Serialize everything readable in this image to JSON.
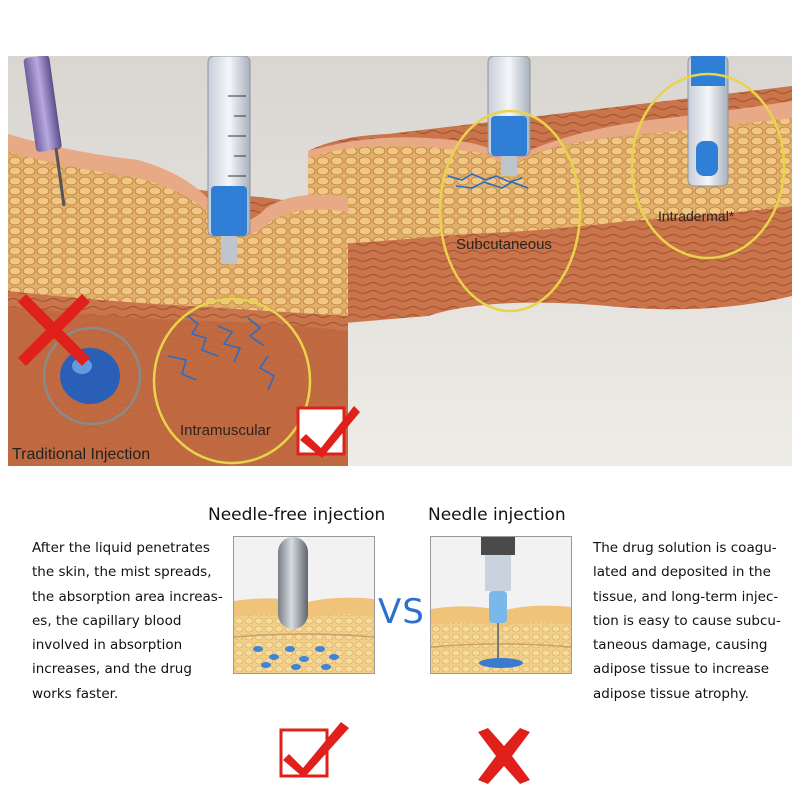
{
  "top_labels": {
    "intramuscular": "Intramuscular",
    "subcutaneous": "Subcutaneous",
    "intradermal": "Intradermal*",
    "traditional": "Traditional Injection"
  },
  "comparison": {
    "needle_free_heading": "Needle-free injection",
    "needle_heading": "Needle injection",
    "vs": "VS",
    "left_text": [
      "After the liquid penetrates",
      "the skin, the mist spreads,",
      "the absorption area increas-",
      "es, the capillary blood",
      "involved in absorption",
      "increases, and the drug",
      "works faster."
    ],
    "right_text": [
      "The drug solution is coagu-",
      "lated and deposited in the",
      "tissue, and long-term injec-",
      "tion is easy to cause subcu-",
      "taneous damage, causing",
      "adipose tissue to increase",
      "adipose tissue atrophy."
    ]
  },
  "icons": {
    "check": "check-mark-icon",
    "cross": "red-x-icon"
  },
  "colors": {
    "check_red": "#e0211b",
    "vs_blue": "#2c6fd1",
    "highlight_circle": "#e8d44a"
  }
}
